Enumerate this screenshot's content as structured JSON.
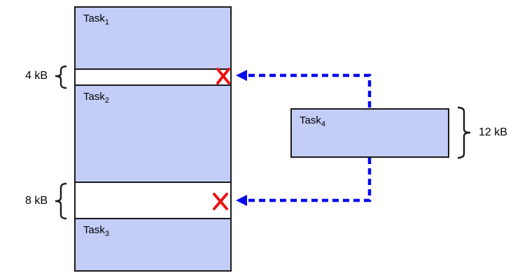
{
  "diagram": {
    "title_hint": "memory fragmentation: pending task does not fit free gaps",
    "memory_column": {
      "blocks": [
        {
          "name": "Task",
          "sub": "1"
        },
        {
          "name": "Task",
          "sub": "2"
        },
        {
          "name": "Task",
          "sub": "3"
        }
      ],
      "gaps": [
        {
          "size": "4 kB"
        },
        {
          "size": "8 kB"
        }
      ]
    },
    "pending_task": {
      "name": "Task",
      "sub": "4",
      "size": "12 kB"
    },
    "colors": {
      "block_fill": "#c3cdf8",
      "block_border": "#1a1a1a",
      "arrow_blue": "#0808ee",
      "reject_red": "#ee1111"
    }
  }
}
